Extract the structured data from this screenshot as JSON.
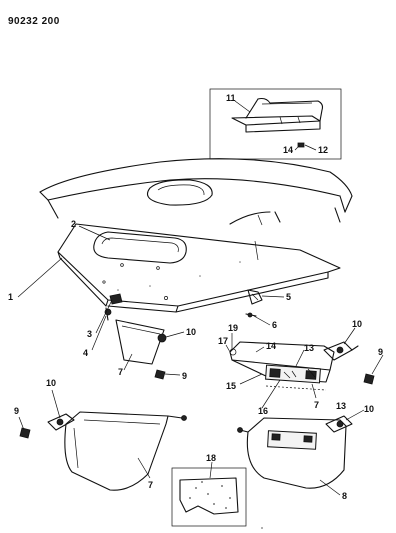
{
  "document_id": "90232 200",
  "callouts": {
    "c1": "1",
    "c2": "2",
    "c3": "3",
    "c4": "4",
    "c5": "5",
    "c6": "6",
    "c7a": "7",
    "c7b": "7",
    "c7c": "7",
    "c8": "8",
    "c9a": "9",
    "c9b": "9",
    "c9c": "9",
    "c10a": "10",
    "c10b": "10",
    "c10c": "10",
    "c10d": "10",
    "c11": "11",
    "c12": "12",
    "c13a": "13",
    "c13b": "13",
    "c14a": "14",
    "c14b": "14",
    "c15": "15",
    "c16": "16",
    "c17": "17",
    "c18": "18",
    "c19": "19"
  }
}
